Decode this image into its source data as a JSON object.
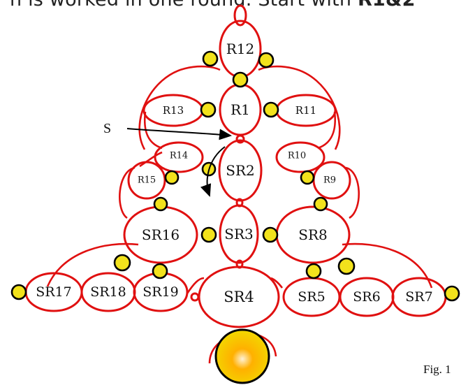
{
  "header_text": "n is worked in one round. Start with ",
  "header_text_bold": "R1&2",
  "labels": {
    "r12": "R12",
    "r1": "R1",
    "r13": "R13",
    "r11": "R11",
    "sr2": "SR2",
    "r14": "R14",
    "r10": "R10",
    "r15": "R15",
    "r9": "R9",
    "sr16": "SR16",
    "sr3": "SR3",
    "sr8": "SR8",
    "sr17": "SR17",
    "sr18": "SR18",
    "sr19": "SR19",
    "sr4": "SR4",
    "sr5": "SR5",
    "sr6": "SR6",
    "sr7": "SR7"
  },
  "start_marker": "S",
  "figure_caption": "Fig. 1",
  "colors": {
    "thread": "#e01010",
    "bead_fill": "#f2e21c",
    "bead_outline": "#000000",
    "center_bead": "#f5a000"
  }
}
